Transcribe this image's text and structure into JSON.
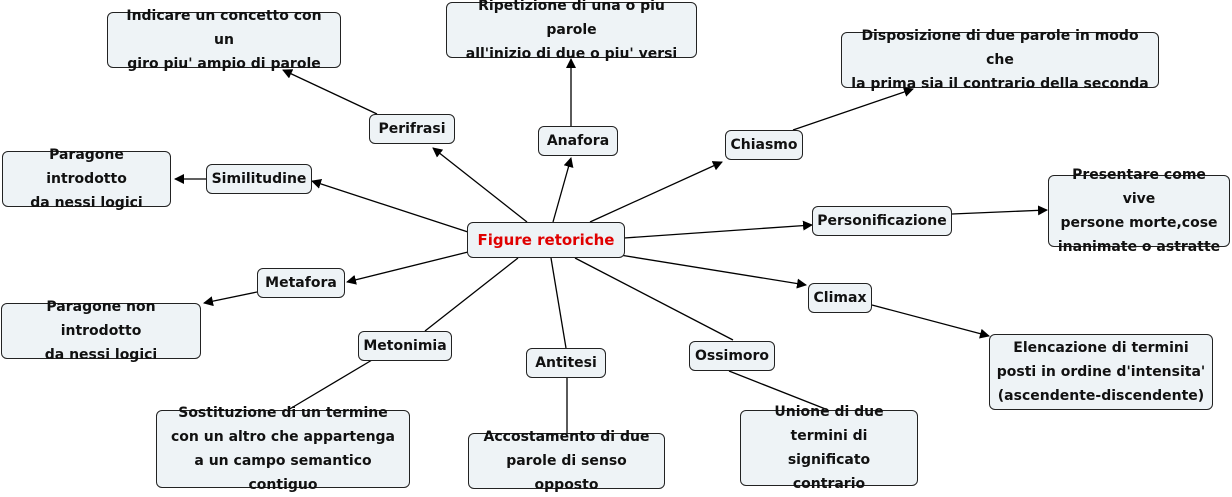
{
  "central": "Figure retoriche",
  "terms": {
    "perifrasi": "Perifrasi",
    "anafora": "Anafora",
    "chiasmo": "Chiasmo",
    "similitudine": "Similitudine",
    "personificazione": "Personificazione",
    "metafora": "Metafora",
    "climax": "Climax",
    "metonimia": "Metonimia",
    "antitesi": "Antitesi",
    "ossimoro": "Ossimoro"
  },
  "definitions": {
    "perifrasi": "Indicare un concetto con un\ngiro piu' ampio di parole",
    "anafora": "Ripetizione di una o piu parole\nall'inizio di due o piu' versi",
    "chiasmo": "Disposizione di due parole in modo che\nla prima sia il contrario della seconda",
    "similitudine": "Paragone introdotto\nda nessi logici",
    "personificazione": "Presentare come vive\npersone morte,cose\ninanimate o astratte",
    "metafora": "Paragone non introdotto\nda nessi logici",
    "climax": "Elencazione di termini\nposti in ordine d'intensita'\n(ascendente-discendente)",
    "metonimia": "Sostituzione di un termine\ncon un altro che appartenga\na un campo semantico contiguo",
    "antitesi": "Accostamento di due\nparole di senso opposto",
    "ossimoro": "Unione di due\ntermini di significato\ncontrario"
  }
}
